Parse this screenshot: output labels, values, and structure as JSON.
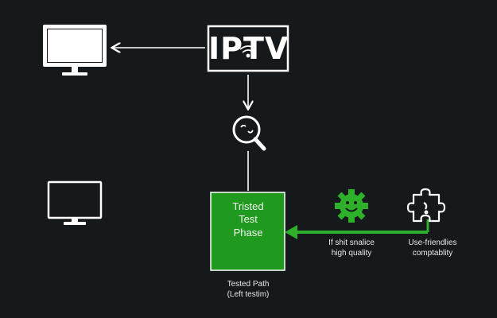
{
  "logo": {
    "text": "IPTV"
  },
  "nodes": {
    "trusted_box": {
      "lines": [
        "Tristed",
        "Test",
        "Phase"
      ]
    },
    "quality": {
      "lines": [
        "If shit snalice",
        "high quality"
      ]
    },
    "compatibility": {
      "lines": [
        "Use-friendlies",
        "comptablity"
      ]
    },
    "path_caption": {
      "lines": [
        "Tested Path",
        "(Left testim)"
      ]
    }
  },
  "colors": {
    "background": "#16191c",
    "stroke": "#ffffff",
    "accent_green": "#2fb02a",
    "box_fill": "#1f9a1f"
  },
  "icons": [
    "monitor-icon",
    "wifi-icon",
    "search-icon",
    "smile-gear-icon",
    "puzzle-icon"
  ]
}
